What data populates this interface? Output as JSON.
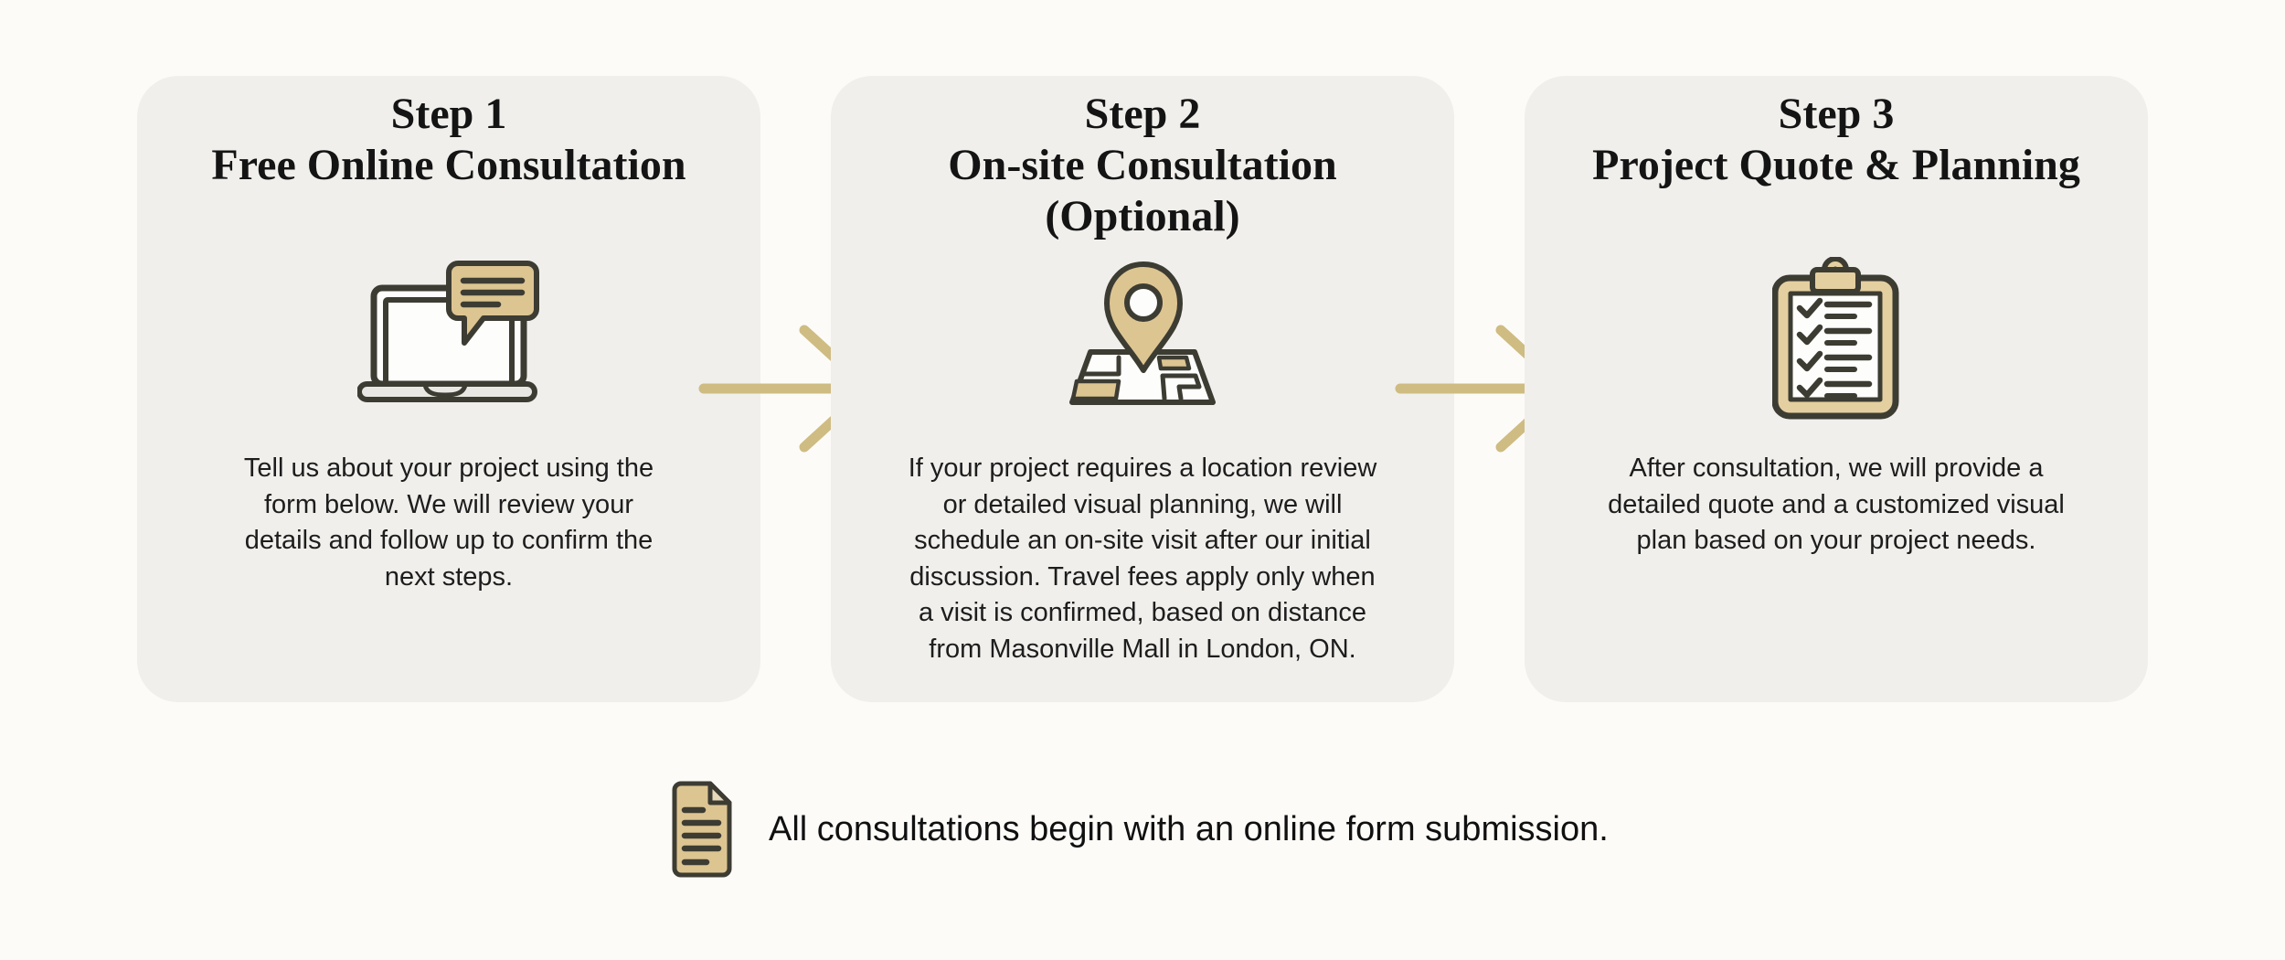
{
  "colors": {
    "page_bg": "#fcfbf8",
    "card_bg": "#f0efec",
    "heading_text": "#141414",
    "body_text": "#1d1d1d",
    "gold_fill": "#ddc592",
    "gold_fill_light": "#e4cfa0",
    "arrow_gold": "#cfbc82",
    "icon_stroke": "#3d3c33",
    "paper_white": "#fdfdfb"
  },
  "steps": [
    {
      "title": "Step 1\nFree Online Consultation",
      "icon": "laptop-chat-icon",
      "body": "Tell us about your project using the\nform below. We will review your\ndetails and follow up to confirm the\nnext steps."
    },
    {
      "title": "Step 2\nOn-site Consultation\n(Optional)",
      "icon": "map-pin-icon",
      "body": "If your project requires a location review\nor detailed visual planning, we will\nschedule an on-site visit after our initial\ndiscussion. Travel fees apply only when\na visit is confirmed, based on distance\nfrom Masonville Mall in London, ON."
    },
    {
      "title": "Step 3\nProject Quote & Planning",
      "icon": "clipboard-checklist-icon",
      "body": "After consultation, we will provide a\ndetailed quote and a customized visual\nplan based on your project needs."
    }
  ],
  "footnote": {
    "icon": "document-icon",
    "text": "All consultations begin with an online form submission."
  }
}
